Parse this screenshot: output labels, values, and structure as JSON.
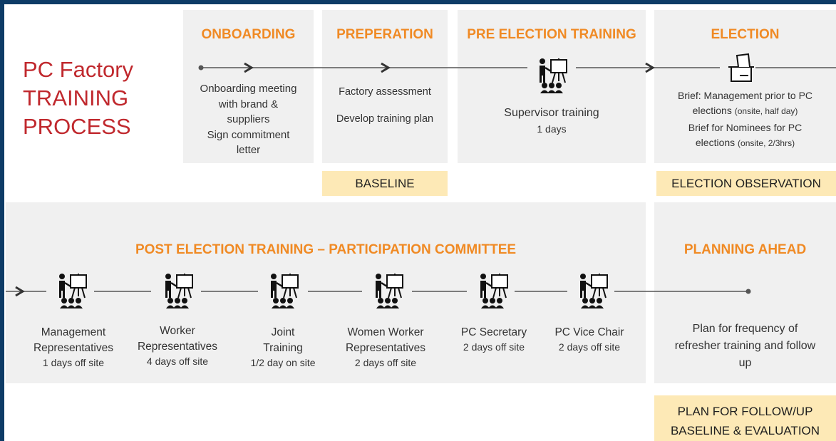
{
  "title": [
    "PC Factory",
    "TRAINING",
    "PROCESS"
  ],
  "top": {
    "onboarding": {
      "header": "ONBOARDING",
      "lines": [
        "Onboarding meeting",
        "with brand &",
        "suppliers",
        "Sign commitment",
        "letter"
      ]
    },
    "preparation": {
      "header": "PREPERATION",
      "lines": [
        "Factory assessment",
        "Develop training plan"
      ],
      "badge": "BASELINE"
    },
    "pre_election": {
      "header": "PRE ELECTION TRAINING",
      "name": "Supervisor training",
      "duration": "1 days"
    },
    "election": {
      "header": "ELECTION",
      "brief1": "Brief: Management prior to PC",
      "brief1b": "elections",
      "brief1_note": "(onsite, half day)",
      "brief2": "Brief for Nominees for PC",
      "brief2b": "elections",
      "brief2_note": "(onsite, 2/3hrs)",
      "badge": "ELECTION OBSERVATION"
    }
  },
  "bottom": {
    "post_header": "POST ELECTION TRAINING – PARTICIPATION COMMITTEE",
    "trainings": [
      {
        "name1": "Management",
        "name2": "Representatives",
        "duration": "1 days off site"
      },
      {
        "name1": "Worker",
        "name2": "Representatives",
        "duration": "4 days off site"
      },
      {
        "name1": "Joint",
        "name2": "Training",
        "duration": "1/2 day on site"
      },
      {
        "name1": "Women Worker",
        "name2": "Representatives",
        "duration": "2 days off site"
      },
      {
        "name1": "PC Secretary",
        "name2": "",
        "duration": "2 days off site"
      },
      {
        "name1": "PC Vice Chair",
        "name2": "",
        "duration": "2 days off site"
      }
    ],
    "planning": {
      "header": "PLANNING AHEAD",
      "lines": [
        "Plan for frequency of",
        "refresher training and follow",
        "up"
      ],
      "badge_lines": [
        "PLAN FOR FOLLOW/UP",
        "BASELINE & EVALUATION"
      ]
    }
  },
  "colors": {
    "accent": "#f08a24",
    "title": "#c0282d",
    "panel": "#f0f0f0",
    "badge": "#fde9b6",
    "frame": "#0d3b66"
  },
  "icons": {
    "trainer": "trainer-icon",
    "ballot": "ballot-box-icon"
  }
}
